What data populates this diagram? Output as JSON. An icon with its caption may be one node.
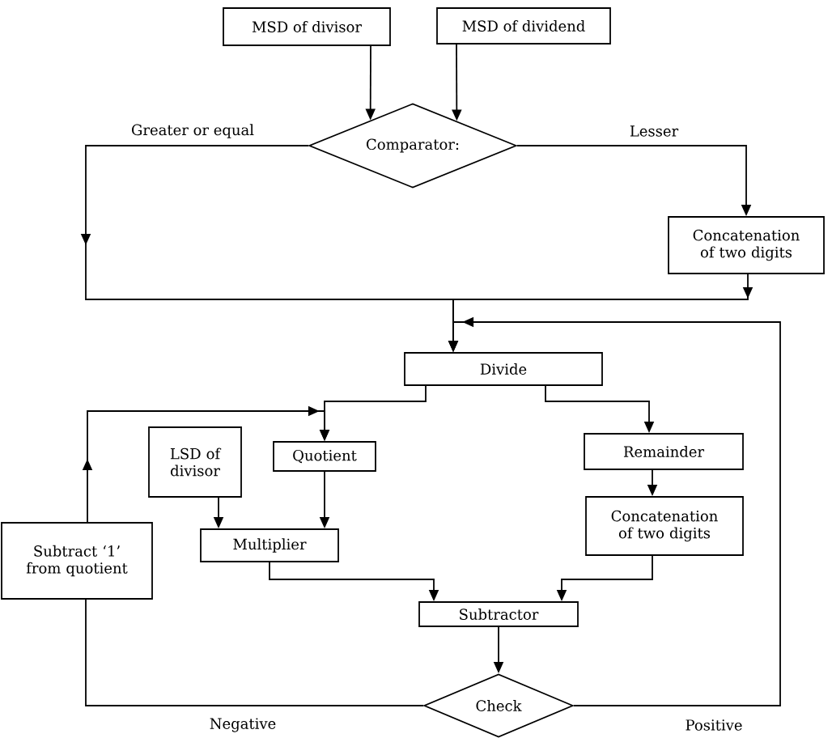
{
  "diagram": {
    "nodes": [
      {
        "text": [
          "MSD of divisor"
        ]
      },
      {
        "text": [
          "MSD of dividend"
        ]
      },
      {
        "text": [
          "Comparator:"
        ]
      },
      {
        "text": [
          "Concatenation of two digits"
        ]
      },
      {
        "text": [
          "Divide"
        ]
      },
      {
        "text": [
          "Quotient"
        ]
      },
      {
        "text": [
          "LSD of divisor"
        ]
      },
      {
        "text": [
          "Remainder"
        ]
      },
      {
        "text": [
          "Concatenation of two digits"
        ]
      },
      {
        "text": [
          "Multiplier"
        ]
      },
      {
        "text": [
          "Subtractor"
        ]
      },
      {
        "text": [
          "Check"
        ]
      },
      {
        "text": [
          "Subtract ‘1’ from quotient"
        ]
      }
    ],
    "edges": [
      {
        "from": 0,
        "to": 2,
        "arrow": "to"
      },
      {
        "from": 1,
        "to": 2,
        "arrow": "to"
      },
      {
        "from": 2,
        "to": 4,
        "arrow": "to",
        "label": "Greater or equal"
      },
      {
        "from": 2,
        "to": 3,
        "arrow": "to",
        "label": "Lesser"
      },
      {
        "from": 3,
        "to": 4,
        "arrow": "to"
      },
      {
        "from": 4,
        "to": 5,
        "arrow": "to"
      },
      {
        "from": 4,
        "to": 7,
        "arrow": "to"
      },
      {
        "from": 7,
        "to": 8,
        "arrow": "to"
      },
      {
        "from": 6,
        "to": 9,
        "arrow": "to"
      },
      {
        "from": 5,
        "to": 9,
        "arrow": "to"
      },
      {
        "from": 9,
        "to": 10,
        "arrow": "to"
      },
      {
        "from": 8,
        "to": 10,
        "arrow": "to"
      },
      {
        "from": 10,
        "to": 11,
        "arrow": "to"
      },
      {
        "from": 11,
        "to": 12,
        "arrow": "none",
        "label": "Negative"
      },
      {
        "from": 12,
        "to": 5,
        "arrow": "to"
      },
      {
        "from": 11,
        "to": 4,
        "arrow": "to",
        "label": "Positive"
      }
    ]
  }
}
